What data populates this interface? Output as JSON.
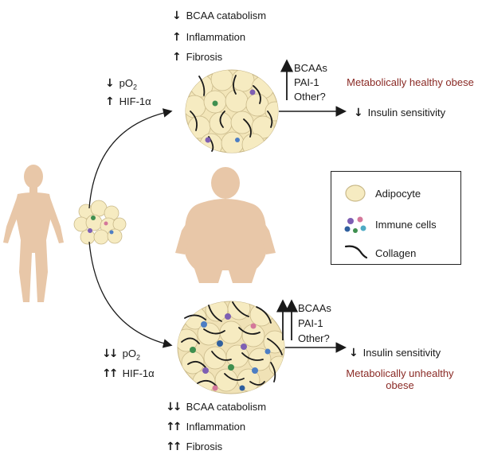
{
  "top": {
    "effects": [
      "BCAA catabolism",
      "Inflammation",
      "Fibrosis"
    ],
    "effect_dirs": [
      "down",
      "up",
      "up"
    ],
    "oxygen": "pO",
    "oxygen_sub": "2",
    "hif": "HIF-1α",
    "secreted": [
      "BCAAs",
      "PAI-1",
      "Other?"
    ],
    "outcome": "Metabolically healthy obese",
    "insulin": "Insulin sensitivity"
  },
  "bottom": {
    "effects": [
      "BCAA catabolism",
      "Inflammation",
      "Fibrosis"
    ],
    "effect_dirs": [
      "down-down",
      "up-up",
      "up-up"
    ],
    "oxygen": "pO",
    "oxygen_sub": "2",
    "hif": "HIF-1α",
    "secreted": [
      "BCAAs",
      "PAI-1",
      "Other?"
    ],
    "outcome": "Metabolically unhealthy obese",
    "insulin": "Insulin sensitivity"
  },
  "legend": {
    "items": [
      {
        "label": "Adipocyte",
        "icon": "adipocyte-icon"
      },
      {
        "label": "Immune cells",
        "icon": "immune-cells-icon"
      },
      {
        "label": "Collagen",
        "icon": "collagen-icon"
      }
    ]
  },
  "colors": {
    "skin": "#e8c7a8",
    "adipocyte_fill": "#f6ebc1",
    "adipocyte_stroke": "#c9b98a",
    "collagen": "#1a1a1a",
    "outcome_text": "#8a2a25"
  }
}
